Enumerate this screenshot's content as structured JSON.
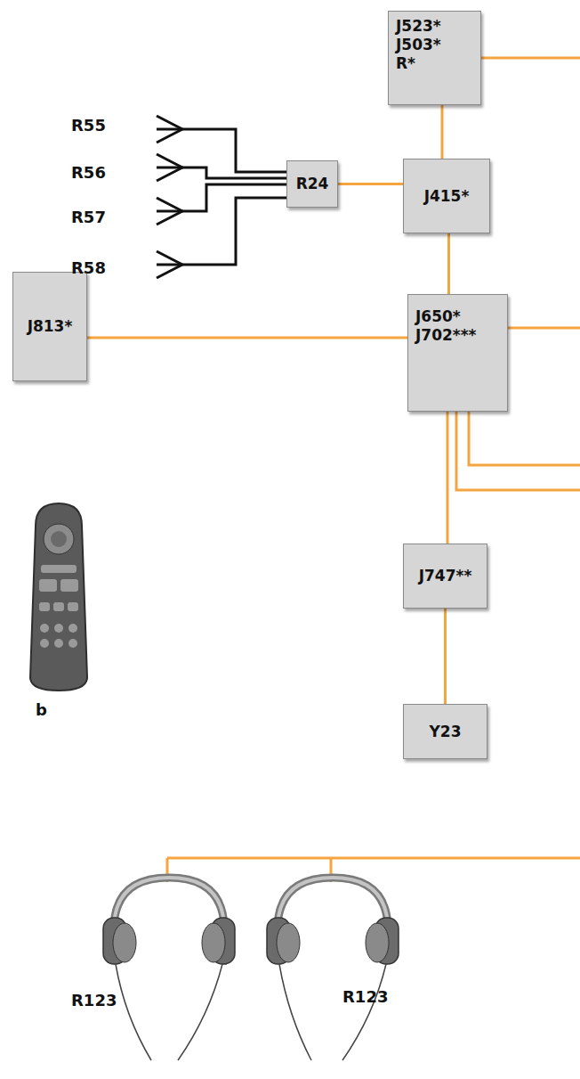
{
  "diagram": {
    "nodes": [
      {
        "text": [
          "J523*",
          "J503*",
          "R*"
        ]
      },
      {
        "text": [
          "R24"
        ]
      },
      {
        "text": [
          "J415*"
        ]
      },
      {
        "text": [
          "J650*",
          "J702***"
        ]
      },
      {
        "text": [
          "J813*"
        ]
      },
      {
        "text": [
          "J747**"
        ]
      },
      {
        "text": [
          "Y23"
        ]
      }
    ],
    "edges": [
      {
        "from": 0,
        "to": 2,
        "arrow": "none"
      },
      {
        "from": 1,
        "to": 2,
        "arrow": "none"
      },
      {
        "from": 2,
        "to": 3,
        "arrow": "none"
      },
      {
        "from": 4,
        "to": 3,
        "arrow": "none"
      },
      {
        "from": 3,
        "to": 5,
        "arrow": "none"
      },
      {
        "from": 5,
        "to": 6,
        "arrow": "none"
      }
    ],
    "labels": [
      "R55",
      "R56",
      "R57",
      "R58",
      "b",
      "R123",
      "R123"
    ]
  }
}
